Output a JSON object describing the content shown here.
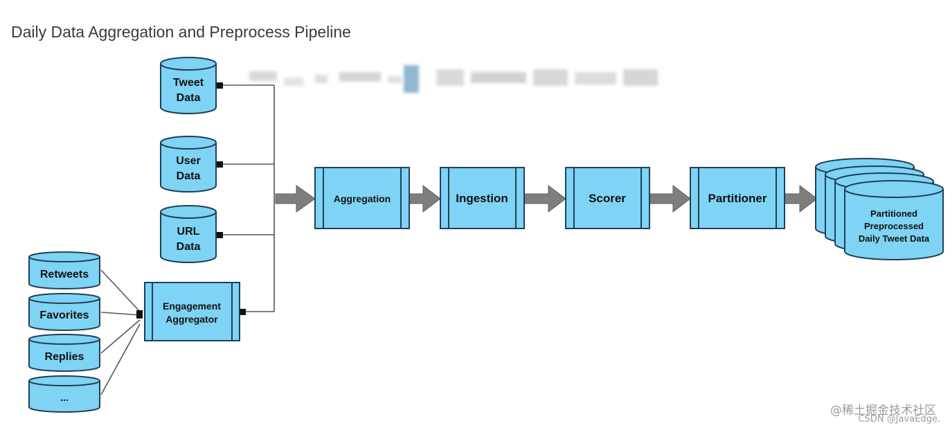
{
  "title": "Daily Data Aggregation and Preprocess Pipeline",
  "colors": {
    "node_fill": "#7fd3f5",
    "node_stroke": "#1f3f57",
    "arrow_fill": "#7e7e7e",
    "connector": "#555555",
    "title_text": "#3a3a3a",
    "watermark_text": "#9a9a9a"
  },
  "sources": {
    "tweet_data": [
      "Tweet",
      "Data"
    ],
    "user_data": [
      "User",
      "Data"
    ],
    "url_data": [
      "URL",
      "Data"
    ]
  },
  "engagement": {
    "retweets": "Retweets",
    "favorites": "Favorites",
    "replies": "Replies",
    "more": "...",
    "aggregator": [
      "Engagement",
      "Aggregator"
    ]
  },
  "pipeline": {
    "aggregation": "Aggregation",
    "ingestion": "Ingestion",
    "scorer": "Scorer",
    "partitioner": "Partitioner"
  },
  "output": {
    "label": [
      "Partitioned",
      "Preprocessed",
      "Daily Tweet Data"
    ]
  },
  "watermark": {
    "line1": "@稀土掘金技术社区",
    "line2": "CSDN @JavaEdge."
  }
}
